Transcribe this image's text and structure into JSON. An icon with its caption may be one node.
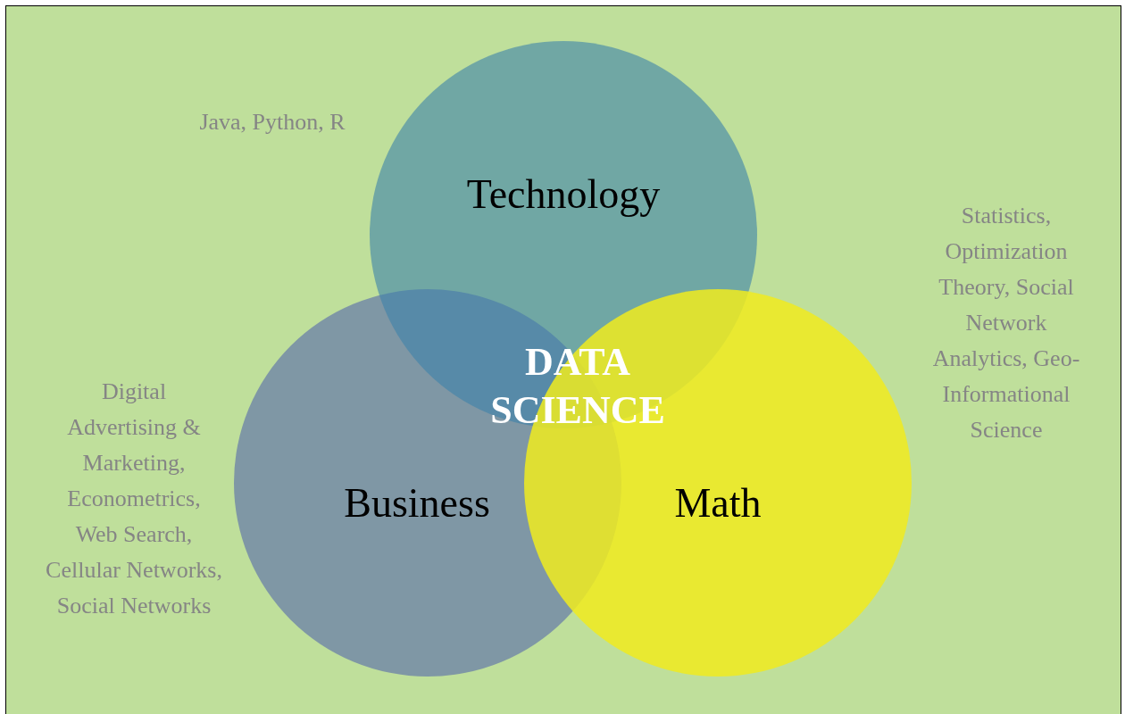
{
  "diagram": {
    "nodes": [
      {
        "text": [
          "Technology"
        ]
      },
      {
        "text": [
          "Business"
        ]
      },
      {
        "text": [
          "Math"
        ]
      }
    ],
    "edges": [],
    "labels": [
      "Java, Python, R",
      "Statistics, Optimization Theory, Social Network Analytics, Geo-Informational Science",
      "DATA SCIENCE",
      "Digital Advertising & Marketing, Econometrics, Web Search, Cellular Networks, Social Networks"
    ]
  }
}
